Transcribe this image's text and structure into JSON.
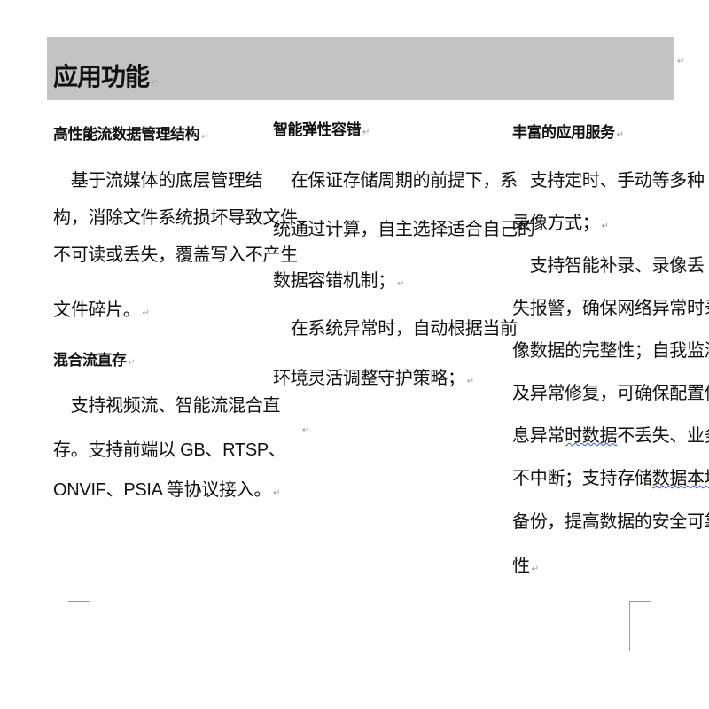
{
  "header": {
    "title": "应用功能"
  },
  "col1": {
    "heading1": "高性能流数据管理结构",
    "para1": [
      "　基于流媒体的底层管理结",
      "构，消除文件系统损坏导致文件",
      "不可读或丢失，覆盖写入不产生",
      "文件碎片。"
    ],
    "heading2": "混合流直存",
    "para2": [
      "　支持视频流、智能流混合直",
      "存。支持前端以 GB、RTSP、",
      "ONVIF、PSIA 等协议接入。"
    ]
  },
  "col2": {
    "heading": "智能弹性容错",
    "para1": [
      "　在保证存储周期的前提下，系",
      "统通过计算，自主选择适合自己的",
      "数据容错机制；"
    ],
    "para2": [
      "　在系统异常时，自动根据当前",
      "环境灵活调整守护策略；"
    ]
  },
  "col3": {
    "heading": "丰富的应用服务",
    "para1": [
      "　支持定时、手动等多种",
      "录像方式；"
    ],
    "para2": [
      "　支持智能补录、录像丢",
      "失报警，确保网络异常时录",
      "像数据的完整性；自我监测",
      "及异常修复，可确保配置信"
    ],
    "line_a_pre": "息异常",
    "line_a_wavy": "时数据",
    "line_a_post": "不丢失、业务",
    "line_b_pre": "不中断；支持存储",
    "line_b_wavy": "数据本地",
    "para2_end": [
      "备份，提高数据的安全可靠",
      "性"
    ]
  },
  "marks": {
    "para": "↵"
  }
}
